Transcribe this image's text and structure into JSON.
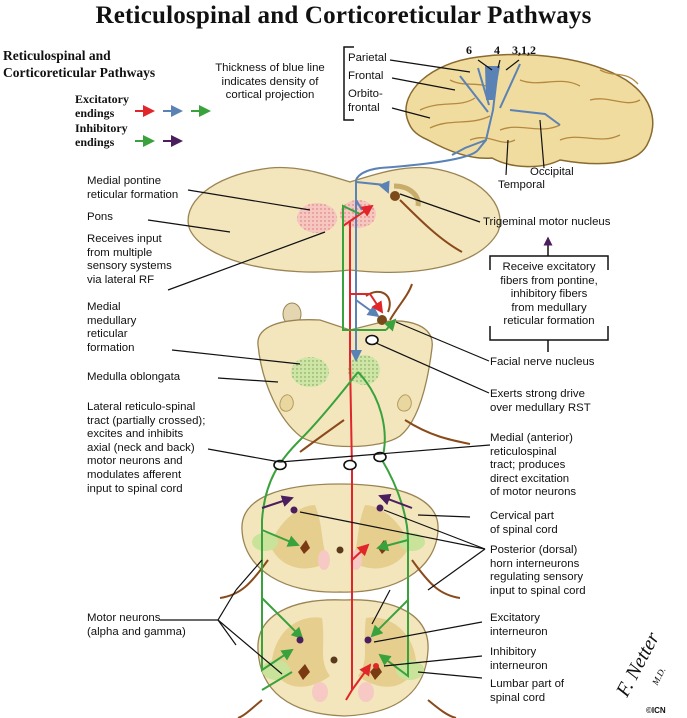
{
  "title": "Reticulospinal and Corticoreticular Pathways",
  "subtitle": [
    "Reticulospinal and",
    "Corticoreticular Pathways"
  ],
  "legend": {
    "excitatory": [
      "Excitatory",
      "endings"
    ],
    "inhibitory": [
      "Inhibitory",
      "endings"
    ],
    "colors": {
      "red": "#e0262a",
      "blue": "#5b82b5",
      "green": "#3aa23c",
      "purple": "#4b1f5e"
    }
  },
  "cortex": {
    "areas": [
      "6",
      "4",
      "3,1,2"
    ],
    "thickness_note": [
      "Thickness of blue line",
      "indicates density of",
      "cortical projection"
    ],
    "lobes": {
      "parietal": "Parietal",
      "frontal": "Frontal",
      "orbitofrontal": [
        "Orbito-",
        "frontal"
      ],
      "occipital": "Occipital",
      "temporal": "Temporal"
    }
  },
  "labels": {
    "medial_pontine": [
      "Medial pontine",
      "reticular formation"
    ],
    "pons": "Pons",
    "receives_input": [
      "Receives input",
      "from multiple",
      "sensory systems",
      "via lateral RF"
    ],
    "medial_medullary": [
      "Medial",
      "medullary",
      "reticular",
      "formation"
    ],
    "medulla": "Medulla oblongata",
    "lateral_rst": [
      "Lateral reticulo-spinal",
      "tract (partially crossed);",
      "excites and inhibits",
      "axial (neck and back)",
      "motor neurons and",
      "modulates afferent",
      "input to spinal cord"
    ],
    "motor_neurons": [
      "Motor neurons",
      "(alpha and gamma)"
    ],
    "trigeminal": "Trigeminal motor nucleus",
    "receive_excitatory": [
      "Receive excitatory",
      "fibers from pontine,",
      "inhibitory fibers",
      "from medullary",
      "reticular formation"
    ],
    "facial": "Facial nerve nucleus",
    "exerts": [
      "Exerts strong drive",
      "over medullary RST"
    ],
    "medial_rst": [
      "Medial (anterior)",
      "reticulospinal",
      "tract; produces",
      "direct excitation",
      "of motor neurons"
    ],
    "cervical": [
      "Cervical part",
      "of spinal cord"
    ],
    "posterior_horn": [
      "Posterior (dorsal)",
      "horn interneurons",
      "regulating sensory",
      "input to spinal cord"
    ],
    "excitatory_interneuron": [
      "Excitatory",
      "interneuron"
    ],
    "inhibitory_interneuron": [
      "Inhibitory",
      "interneuron"
    ],
    "lumbar": [
      "Lumbar part of",
      "spinal cord"
    ]
  },
  "signature": {
    "name": "F. Netter",
    "suffix": "M.D.",
    "mark": "©ICN"
  }
}
